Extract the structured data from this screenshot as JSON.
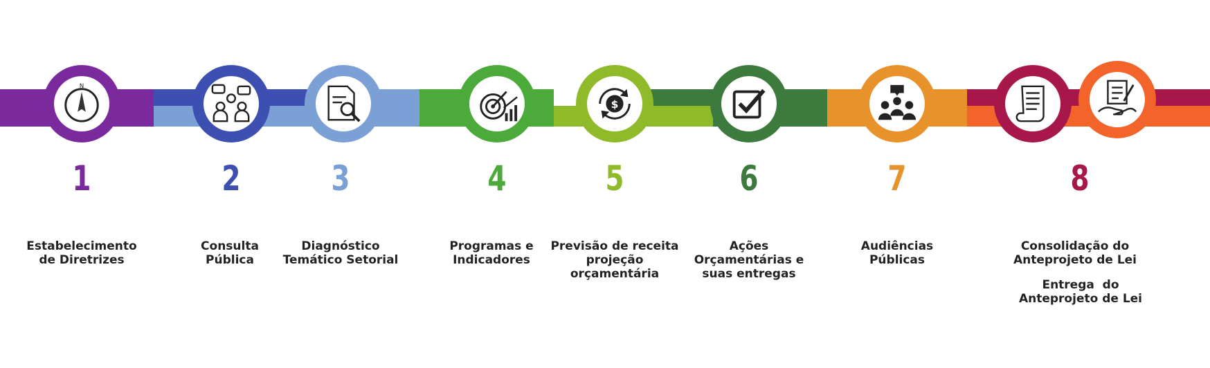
{
  "colors": {
    "step1": "#7b2a9e",
    "step2": "#3d4fb0",
    "step3": "#7aa0d6",
    "step4": "#4caa3a",
    "step5": "#8fba2a",
    "step6": "#3d7a3e",
    "step7": "#e8922c",
    "step8": "#a8174a",
    "step8b": "#f2642a"
  },
  "steps": [
    {
      "number": "1",
      "icon": "compass-icon",
      "label": [
        "Estabelecimento",
        "de Diretrizes"
      ]
    },
    {
      "number": "2",
      "icon": "meeting-people-icon",
      "label": [
        "Consulta",
        "Pública"
      ]
    },
    {
      "number": "3",
      "icon": "document-search-icon",
      "label": [
        "Diagnóstico",
        "Temático Setorial"
      ]
    },
    {
      "number": "4",
      "icon": "target-growth-icon",
      "label": [
        "Programas e",
        "Indicadores"
      ]
    },
    {
      "number": "5",
      "icon": "money-cycle-icon",
      "label": [
        "Previsão de receita",
        "projeção",
        "orçamentária"
      ]
    },
    {
      "number": "6",
      "icon": "checkbox-icon",
      "label": [
        "Ações Orçamentárias e",
        "suas entregas"
      ]
    },
    {
      "number": "7",
      "icon": "audience-icon",
      "label": [
        "Audiências",
        "Públicas"
      ]
    },
    {
      "number": "8",
      "icon": "scroll-icon",
      "label": [
        "Consolidação do",
        "Anteprojeto de Lei"
      ],
      "label_b": [
        "Entrega  do",
        "Anteprojeto de Lei"
      ],
      "icon_b": "handover-document-icon"
    }
  ]
}
